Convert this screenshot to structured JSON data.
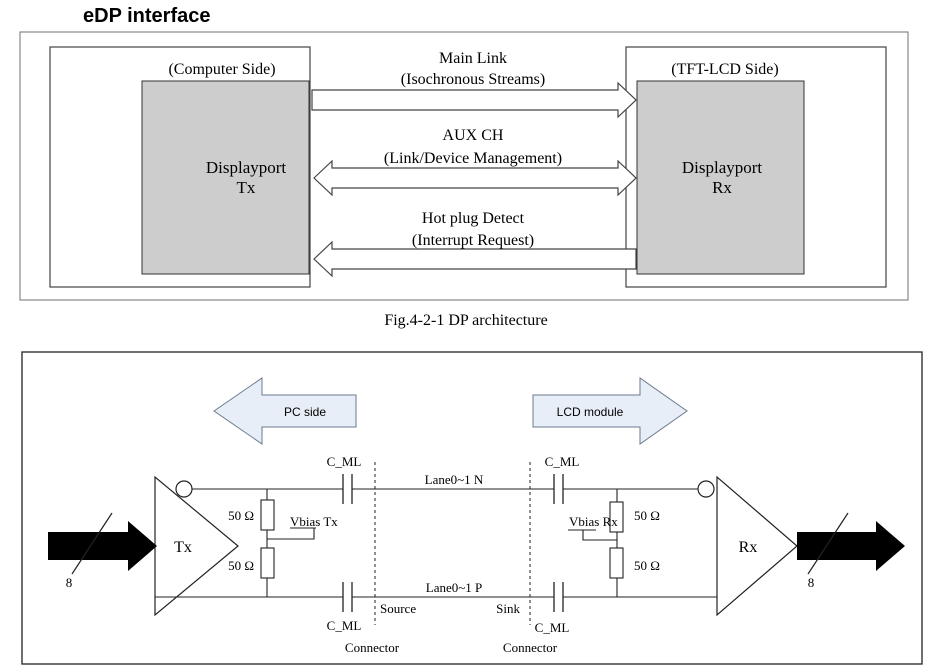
{
  "heading": "eDP interface",
  "fig1": {
    "caption": "Fig.4-2-1 DP architecture",
    "computer_side": "(Computer Side)",
    "lcd_side": "(TFT-LCD Side)",
    "tx_line1": "Displayport",
    "tx_line2": "Tx",
    "rx_line1": "Displayport",
    "rx_line2": "Rx",
    "main_link_line1": "Main Link",
    "main_link_line2": "(Isochronous Streams)",
    "aux_line1": "AUX CH",
    "aux_line2": "(Link/Device Management)",
    "hpd_line1": "Hot plug Detect",
    "hpd_line2": "(Interrupt Request)",
    "colors": {
      "box_fill": "#cdcdcd",
      "arrow_fill": "#ffffff",
      "frame": "#888888"
    }
  },
  "fig2": {
    "pc_side": "PC side",
    "lcd_module": "LCD module",
    "tx": "Tx",
    "rx": "Rx",
    "c_ml_tl": "C_ML",
    "c_ml_bl": "C_ML",
    "c_ml_tr": "C_ML",
    "c_ml_br": "C_ML",
    "lane_n": "Lane0~1 N",
    "lane_p": "Lane0~1 P",
    "vbias_tx": "Vbias Tx",
    "vbias_rx": "Vbias Rx",
    "r_tx_top": "50 Ω",
    "r_tx_bot": "50 Ω",
    "r_rx_top": "50 Ω",
    "r_rx_bot": "50 Ω",
    "source": "Source",
    "sink": "Sink",
    "connector_left": "Connector",
    "connector_right": "Connector",
    "bus_left": "8",
    "bus_right": "8",
    "colors": {
      "side_arrow_fill": "#e8eef7",
      "side_arrow_stroke": "#6a7a90"
    }
  }
}
